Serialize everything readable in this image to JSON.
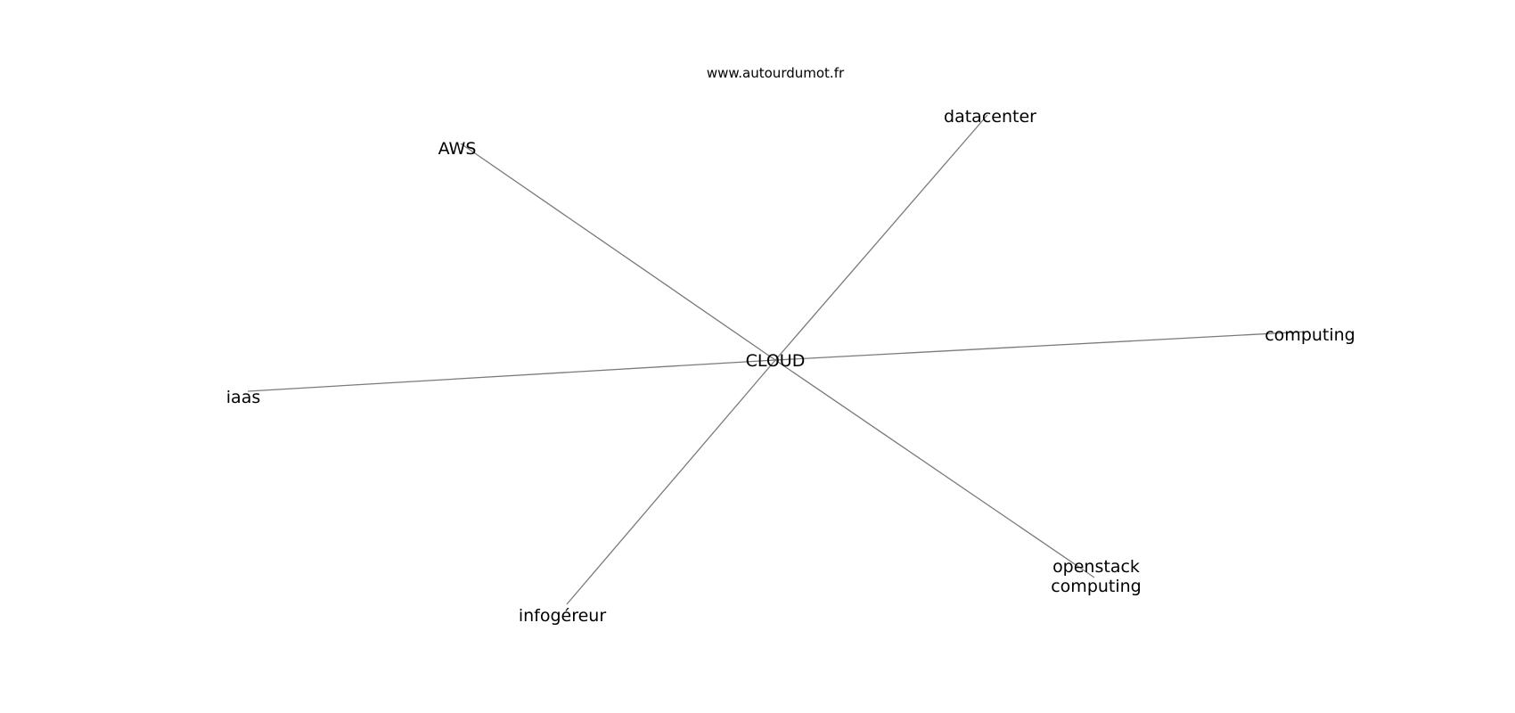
{
  "watermark": "www.autourdumot.fr",
  "graph": {
    "center": {
      "id": "cloud",
      "label": "CLOUD"
    },
    "nodes": [
      {
        "id": "datacenter",
        "lines": [
          "datacenter"
        ]
      },
      {
        "id": "aws",
        "lines": [
          "AWS"
        ]
      },
      {
        "id": "computing",
        "lines": [
          "computing"
        ]
      },
      {
        "id": "iaas",
        "lines": [
          "iaas"
        ]
      },
      {
        "id": "openstack-computing",
        "lines": [
          "openstack",
          "computing"
        ]
      },
      {
        "id": "infogereur",
        "lines": [
          "infogéreur"
        ]
      }
    ],
    "edges": [
      [
        "cloud",
        "datacenter"
      ],
      [
        "cloud",
        "aws"
      ],
      [
        "cloud",
        "computing"
      ],
      [
        "cloud",
        "iaas"
      ],
      [
        "cloud",
        "openstack-computing"
      ],
      [
        "cloud",
        "infogereur"
      ]
    ]
  }
}
